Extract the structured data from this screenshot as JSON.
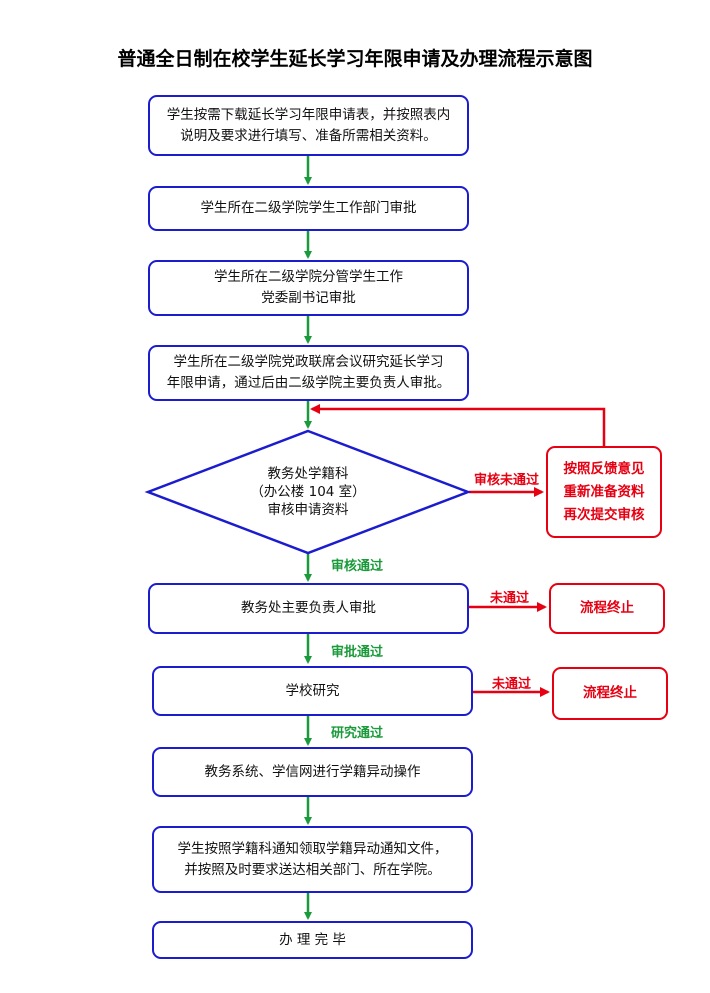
{
  "title": "普通全日制在校学生延长学习年限申请及办理流程示意图",
  "colors": {
    "box_border": "#1c1ccf",
    "arrow_green": "#1a9a3a",
    "reject_red": "#e60012"
  },
  "steps": {
    "s1": {
      "line1": "学生按需下载延长学习年限申请表，并按照表内",
      "line2": "说明及要求进行填写、准备所需相关资料。"
    },
    "s2": {
      "line1": "学生所在二级学院学生工作部门审批"
    },
    "s3": {
      "line1": "学生所在二级学院分管学生工作",
      "line2": "党委副书记审批"
    },
    "s4": {
      "line1": "学生所在二级学院党政联席会议研究延长学习",
      "line2": "年限申请，通过后由二级学院主要负责人审批。"
    },
    "decision": {
      "line1": "教务处学籍科",
      "line2": "（办公楼 104 室）",
      "line3": "审核申请资料"
    },
    "s6": {
      "line1": "教务处主要负责人审批"
    },
    "s7": {
      "line1": "学校研究"
    },
    "s8": {
      "line1": "教务系统、学信网进行学籍异动操作"
    },
    "s9": {
      "line1": "学生按照学籍科通知领取学籍异动通知文件，",
      "line2": "并按照及时要求送达相关部门、所在学院。"
    },
    "s10": {
      "line1": "办 理 完 毕"
    }
  },
  "feedback": {
    "line1": "按照反馈意见",
    "line2": "重新准备资料",
    "line3": "再次提交审核"
  },
  "end_label": "流程终止",
  "labels": {
    "review_failed": "审核未通过",
    "review_passed": "审核通过",
    "approval_passed": "审批通过",
    "study_passed": "研究通过",
    "not_passed": "未通过"
  }
}
